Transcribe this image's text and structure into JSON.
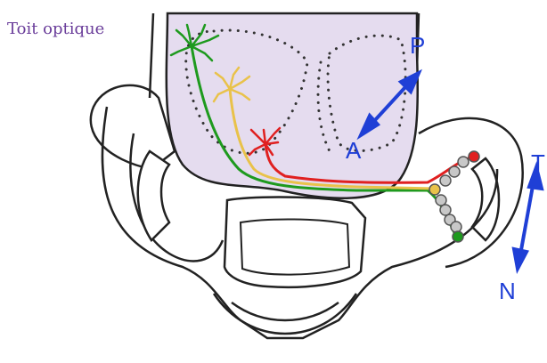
{
  "title": "Toit optique",
  "axis_labels": {
    "posterior": "P",
    "anterior": "A",
    "temporal": "T",
    "nasal": "N"
  },
  "colors": {
    "tectum_fill": "#e5dcef",
    "outline": "#222222",
    "axis_arrow": "#1f3fd6",
    "title": "#6a3d9a",
    "neuron_green": "#1e9a1e",
    "neuron_yellow": "#e9c24a",
    "neuron_red": "#e02020",
    "retina_cells": "#c8c8c8"
  },
  "neurons": [
    {
      "name": "green",
      "color_key": "neuron_green"
    },
    {
      "name": "yellow",
      "color_key": "neuron_yellow"
    },
    {
      "name": "red",
      "color_key": "neuron_red"
    }
  ]
}
